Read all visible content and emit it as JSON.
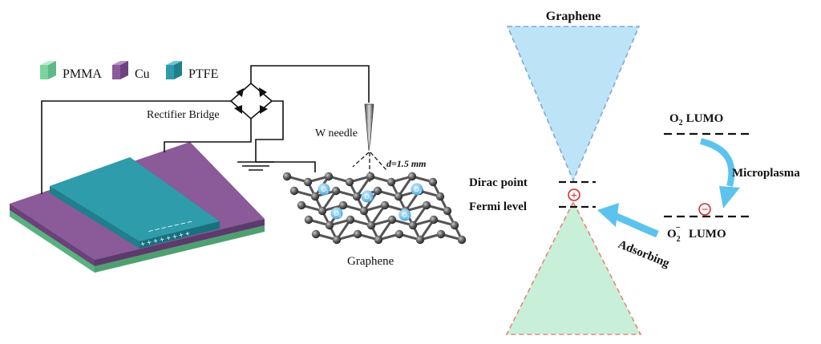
{
  "legend": {
    "pmma": {
      "label": "PMMA",
      "color": "#7dd3a0"
    },
    "cu": {
      "label": "Cu",
      "color": "#8a5a99"
    },
    "ptfe": {
      "label": "PTFE",
      "color": "#2e9cab"
    }
  },
  "circuit": {
    "rectifier_label": "Rectifier Bridge",
    "needle_label": "W needle",
    "distance_label": "d=1.5 mm",
    "graphene_label": "Graphene",
    "charges_top": "– – – – – – –",
    "charges_bottom": "+ + + + + + + +",
    "o2_symbol": "O",
    "o2_sub": "2"
  },
  "band": {
    "title": "Graphene",
    "dirac_label": "Dirac point",
    "fermi_label": "Fermi level",
    "hole_symbol": "+",
    "electron_symbol": "−",
    "o2_lumo": {
      "o": "O",
      "sub": "2",
      "text": "LUMO"
    },
    "o2minus_lumo": {
      "o": "O",
      "sub": "2",
      "sup": "−",
      "text": "LUMO"
    },
    "microplasma_label": "Microplasma",
    "adsorbing_label": "Adsorbing",
    "upper_cone_color": "#bde3f7",
    "lower_cone_color": "#c8f0d8",
    "arrow_color": "#5cc3ee"
  }
}
